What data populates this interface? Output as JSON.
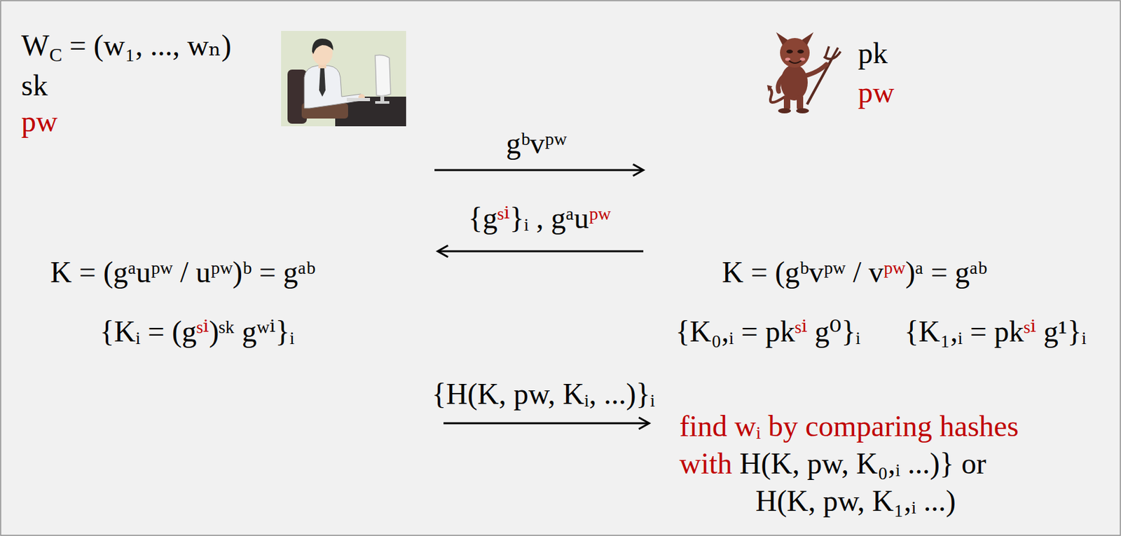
{
  "diagram": {
    "labels": [
      "WC = (w₁, ..., wₙ)",
      "sk",
      "pw",
      "pk",
      "pw",
      "gᵇvᵖʷ",
      "{gˢⁱ}ᵢ , gᵃuᵖʷ",
      "K = (gᵃuᵖʷ / uᵖʷ)ᵇ = gᵃᵇ",
      "K = (gᵇvᵖʷ / vᵖʷ)ᵃ = gᵃᵇ",
      "{Kᵢ = (gˢⁱ)ˢᵏ gʷⁱ}ᵢ",
      "{K₀,ᵢ = pkˢⁱ g⁰}ᵢ",
      "{K₁,ᵢ = pkˢⁱ g¹}ᵢ",
      "{H(K, pw, Kᵢ, ...)}ᵢ",
      "find wᵢ by comparing hashes with H(K, pw, K₀,ᵢ ...)} or H(K, pw, K₁,ᵢ ...)"
    ]
  }
}
